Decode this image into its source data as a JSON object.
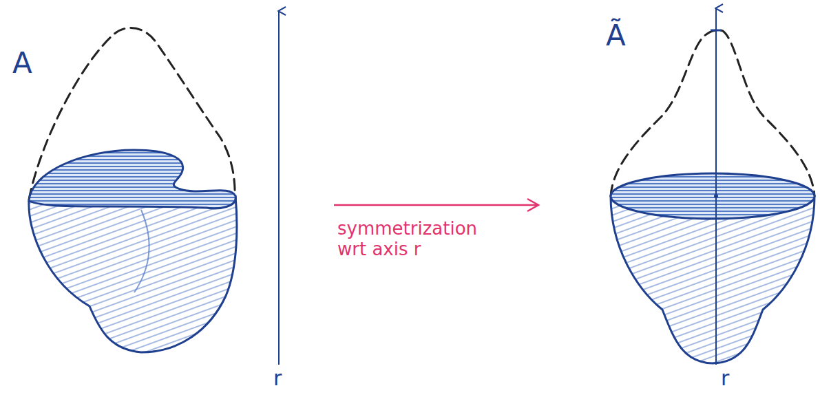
{
  "diagram": {
    "labels": [
      "A",
      "r",
      "symmetrization wrt axis r",
      "Ã",
      "r"
    ]
  }
}
